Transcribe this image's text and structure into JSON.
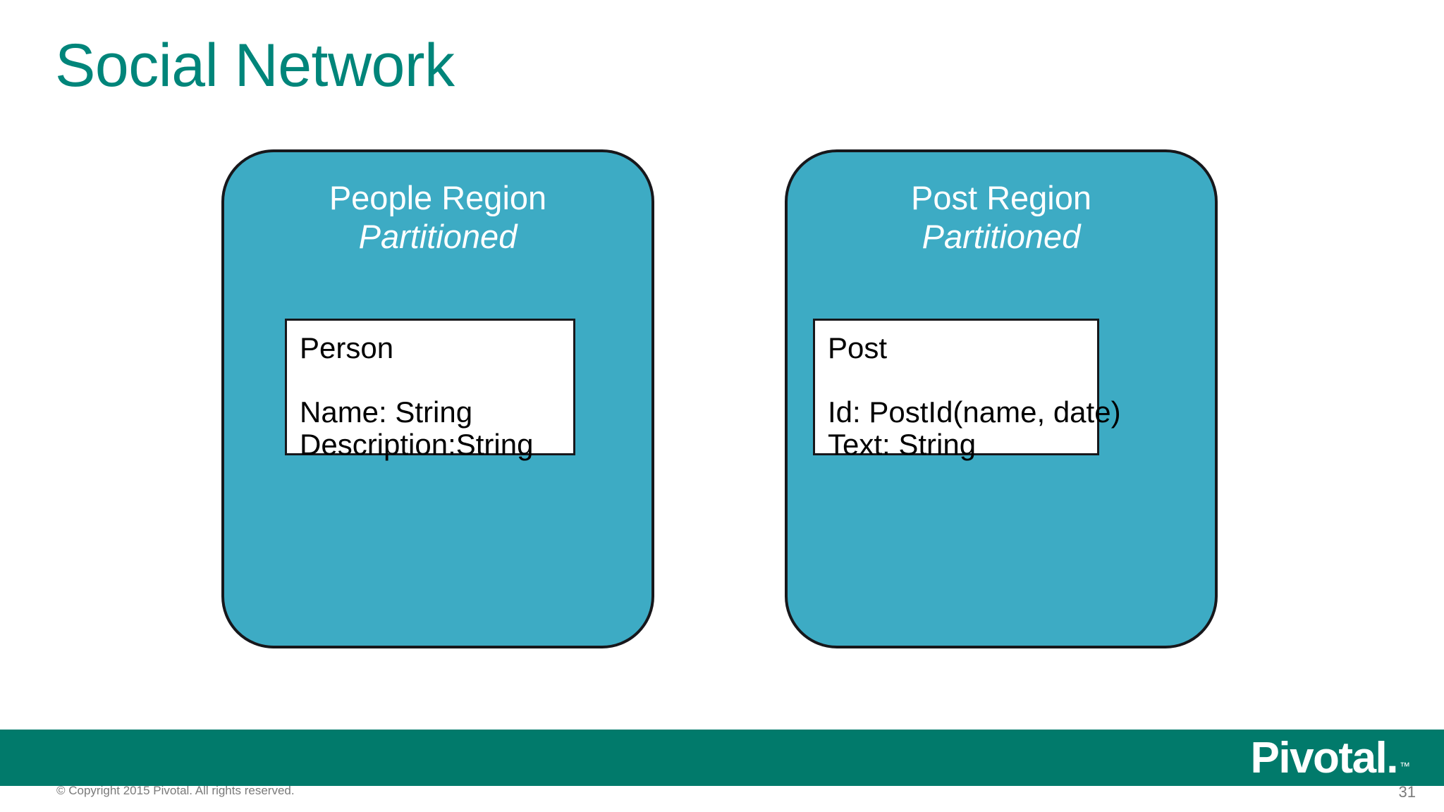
{
  "slide": {
    "title": "Social Network",
    "title_color": "#00857A",
    "background_color": "#FFFFFF"
  },
  "regions": [
    {
      "id": "people-region",
      "name": "People Region",
      "policy": "Partitioned",
      "fill_color": "#3DABC4",
      "border_color": "#17171B",
      "entity": {
        "title": "Person",
        "fields": [
          "Name: String",
          "Description:String"
        ]
      }
    },
    {
      "id": "post-region",
      "name": "Post Region",
      "policy": "Partitioned",
      "fill_color": "#3DABC4",
      "border_color": "#17171B",
      "entity": {
        "title": "Post",
        "fields": [
          "Id: PostId(name, date)",
          "Text: String"
        ]
      }
    }
  ],
  "footer": {
    "bar_color": "#017A6B",
    "brand": "Pivotal.",
    "brand_trademark": "™",
    "copyright": "© Copyright 2015 Pivotal. All rights reserved.",
    "slide_number": "31"
  }
}
